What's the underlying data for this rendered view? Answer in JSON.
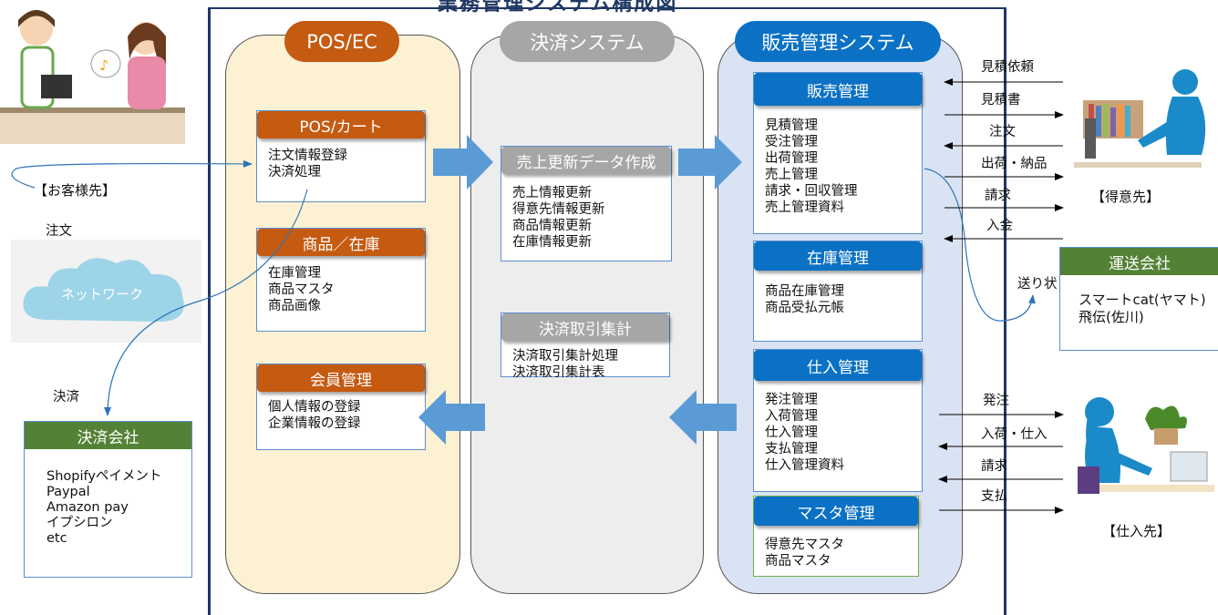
{
  "header_title_partial": "業務管理システム構成図",
  "lanes": {
    "pos": "POS/EC",
    "payment": "決済システム",
    "sales": "販売管理システム"
  },
  "pos_cart": {
    "title": "POS/カート",
    "items": [
      "注文情報登録",
      "決済処理"
    ]
  },
  "product_stock": {
    "title": "商品／在庫",
    "items": [
      "在庫管理",
      "商品マスタ",
      "商品画像"
    ]
  },
  "member": {
    "title": "会員管理",
    "items": [
      "個人情報の登録",
      "企業情報の登録"
    ]
  },
  "sales_update": {
    "title": "売上更新データ作成",
    "items": [
      "売上情報更新",
      "得意先情報更新",
      "商品情報更新",
      "在庫情報更新"
    ]
  },
  "payment_summary": {
    "title": "決済取引集計",
    "items": [
      "決済取引集計処理",
      "決済取引集計表"
    ]
  },
  "sales_mgmt": {
    "title": "販売管理",
    "items": [
      "見積管理",
      "受注管理",
      "出荷管理",
      "売上管理",
      "請求・回収管理",
      "売上管理資料"
    ]
  },
  "stock_mgmt": {
    "title": "在庫管理",
    "items": [
      "商品在庫管理",
      "商品受払元帳"
    ]
  },
  "purchase_mgmt": {
    "title": "仕入管理",
    "items": [
      "発注管理",
      "入荷管理",
      "仕入管理",
      "支払管理",
      "仕入管理資料"
    ]
  },
  "master_mgmt": {
    "title": "マスタ管理",
    "items": [
      "得意先マスタ",
      "商品マスタ"
    ]
  },
  "payment_company": {
    "title": "決済会社",
    "items": [
      "Shopifyペイメント",
      "Paypal",
      "Amazon pay",
      "イプシロン",
      "etc"
    ]
  },
  "shipping_company": {
    "title": "運送会社",
    "items": [
      "スマートcat(ヤマト)",
      "飛伝(佐川)"
    ]
  },
  "left_labels": {
    "customer": "【お客様先】",
    "order": "注文",
    "network": "ネットワーク",
    "payment": "決済"
  },
  "right_labels": {
    "customer": "【得意先】",
    "supplier": "【仕入先】",
    "waybill": "送り状"
  },
  "customer_flows": [
    "見積依頼",
    "見積書",
    "注文",
    "出荷・納品",
    "請求",
    "入金"
  ],
  "supplier_flows": [
    "発注",
    "入荷・仕入",
    "請求",
    "支払"
  ],
  "colors": {
    "pos_lane": "#fdf1d3",
    "payment_lane": "#ededed",
    "sales_lane": "#dae3f3",
    "orange": "#c55a11",
    "gray": "#a6a6a6",
    "blue": "#0b71c4",
    "green": "#538135",
    "arrow": "#5b9bd5",
    "frame": "#1f3864"
  }
}
